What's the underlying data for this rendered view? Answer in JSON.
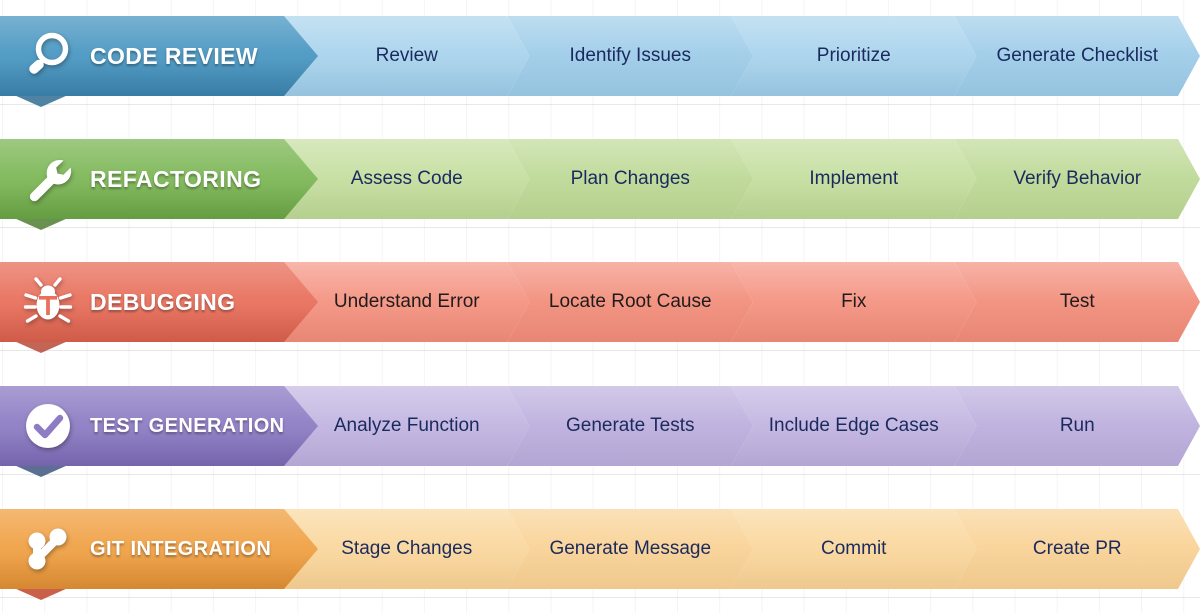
{
  "layout": {
    "row_top": [
      16,
      139,
      262,
      386,
      509
    ],
    "grid_hline_y": [
      104,
      227,
      350,
      474,
      597
    ]
  },
  "rows": [
    {
      "id": "code-review",
      "icon": "magnifier-icon",
      "title": "CODE REVIEW",
      "title_size": "normal",
      "header_color": "#4a97c2",
      "header_color_dark": "#3a83ad",
      "tail_color": "#2f6d93",
      "step_color": "#a6d2ec",
      "step_color_alt": "#9ccbe8",
      "label_color": "#1b2a5e",
      "label_tone": "navy",
      "steps": [
        "Review",
        "Identify Issues",
        "Prioritize",
        "Generate Checklist"
      ]
    },
    {
      "id": "refactoring",
      "icon": "wrench-icon",
      "title": "REFACTORING",
      "title_size": "normal",
      "header_color": "#7db757",
      "header_color_dark": "#6aa546",
      "tail_color": "#4f7f33",
      "step_color": "#c3dd9c",
      "step_color_alt": "#bcd894",
      "label_color": "#1b2a5e",
      "label_tone": "navy",
      "steps": [
        "Assess Code",
        "Plan Changes",
        "Implement",
        "Verify Behavior"
      ]
    },
    {
      "id": "debugging",
      "icon": "bug-icon",
      "title": "DEBUGGING",
      "title_size": "normal",
      "header_color": "#e8705c",
      "header_color_dark": "#da5f4c",
      "tail_color": "#b84a38",
      "step_color": "#f4907e",
      "step_color_alt": "#f28c79",
      "label_color": "#201c1c",
      "label_tone": "dark",
      "steps": [
        "Understand Error",
        "Locate Root Cause",
        "Fix",
        "Test"
      ]
    },
    {
      "id": "test-generation",
      "icon": "check-circle-icon",
      "title": "TEST GENERATION",
      "title_size": "small",
      "header_color": "#8d7cc4",
      "header_color_dark": "#7b69b5",
      "tail_color": "#3f5580",
      "step_color": "#c0b3e0",
      "step_color_alt": "#bbaddd",
      "label_color": "#1b2a5e",
      "label_tone": "navy",
      "steps": [
        "Analyze Function",
        "Generate Tests",
        "Include Edge Cases",
        "Run"
      ]
    },
    {
      "id": "git-integration",
      "icon": "git-branch-icon",
      "title": "GIT INTEGRATION",
      "title_size": "small",
      "header_color": "#f0a145",
      "header_color_dark": "#e08f33",
      "tail_color": "#c0452a",
      "step_color": "#fad69a",
      "step_color_alt": "#f9d193",
      "label_color": "#1b2a5e",
      "label_tone": "navy",
      "steps": [
        "Stage Changes",
        "Generate Message",
        "Commit",
        "Create PR"
      ]
    }
  ]
}
